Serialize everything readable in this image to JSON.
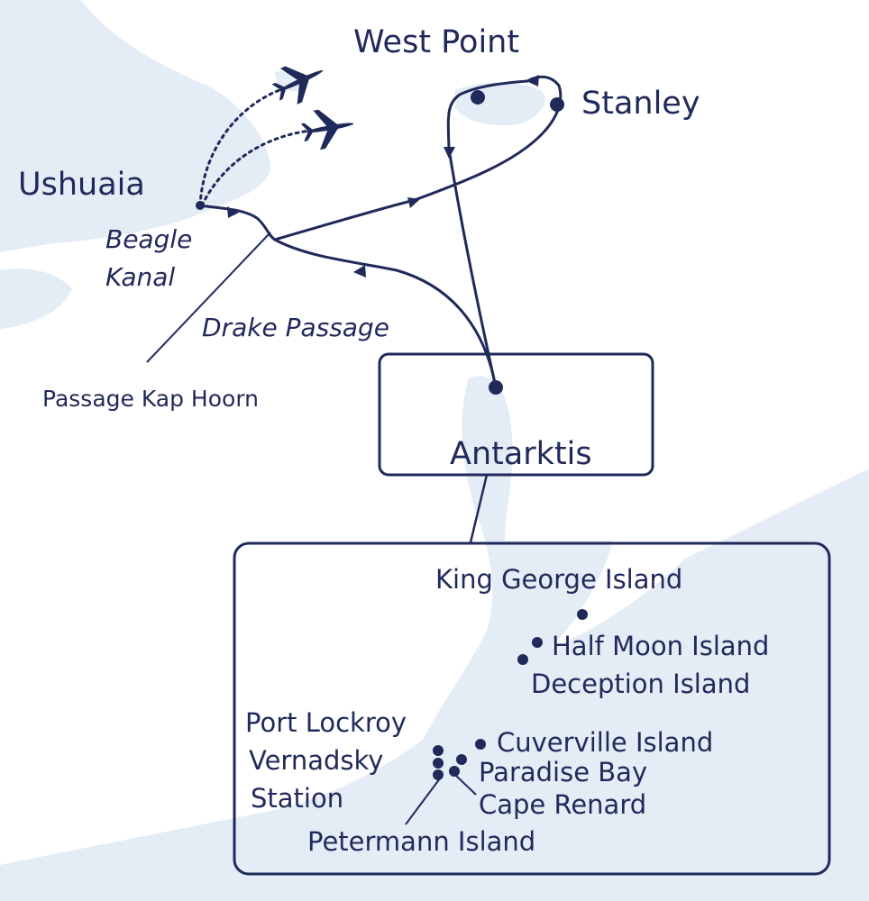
{
  "map": {
    "colors": {
      "land": "#e4ecf6",
      "water": "#ffffff",
      "route": "#1f2a5a",
      "text": "#1f2a5a"
    },
    "icons": [
      "airplane-icon",
      "airplane-icon"
    ],
    "places": {
      "ushuaia": "Ushuaia",
      "west_point": "West Point",
      "stanley": "Stanley",
      "antarktis": "Antarktis"
    },
    "waters": {
      "beagle_1": "Beagle",
      "beagle_2": "Kanal",
      "drake": "Drake Passage",
      "kap_hoorn": "Passage Kap Hoorn"
    },
    "antarctic_sites": {
      "king_george": "King George Island",
      "half_moon": "Half Moon Island",
      "deception": "Deception Island",
      "port_lockroy": "Port Lockroy",
      "vernadsky_1": "Vernadsky",
      "vernadsky_2": "Station",
      "cuverville": "Cuverville Island",
      "paradise": "Paradise Bay",
      "cape_renard": "Cape Renard",
      "petermann": "Petermann Island"
    }
  }
}
